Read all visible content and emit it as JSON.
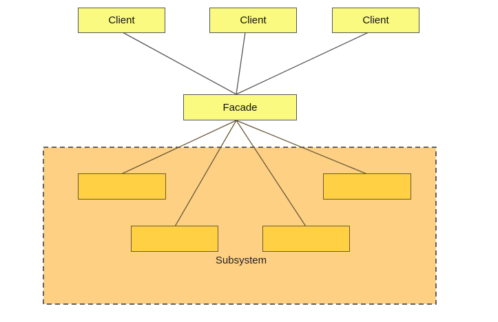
{
  "diagram": {
    "clients": [
      {
        "label": "Client"
      },
      {
        "label": "Client"
      },
      {
        "label": "Client"
      }
    ],
    "facade": {
      "label": "Facade"
    },
    "subsystem": {
      "label": "Subsystem"
    },
    "subsystem_components": [
      {
        "label": ""
      },
      {
        "label": ""
      },
      {
        "label": ""
      },
      {
        "label": ""
      }
    ]
  },
  "colors": {
    "client_fill": "#fafa80",
    "facade_fill": "#fafa80",
    "subsystem_fill": "#fdd083",
    "component_fill": "#ffd043",
    "line": "#555555"
  }
}
